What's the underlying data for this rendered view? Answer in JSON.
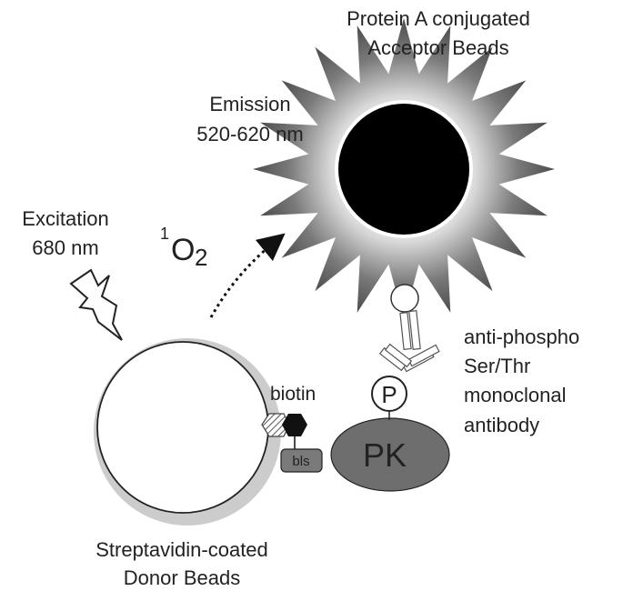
{
  "labels": {
    "acceptor_line1": "Protein A conjugated",
    "acceptor_line2": "Acceptor Beads",
    "emission_line1": "Emission",
    "emission_line2": "520-620 nm",
    "excitation_line1": "Excitation",
    "excitation_line2": "680 nm",
    "singlet_oxygen_sup": "1",
    "singlet_oxygen_base": "O",
    "singlet_oxygen_sub": "2",
    "antibody_line1": "anti-phospho",
    "antibody_line2": "Ser/Thr",
    "antibody_line3": "monoclonal",
    "antibody_line4": "antibody",
    "biotin": "biotin",
    "bls": "bls",
    "pk": "PK",
    "phospho": "P",
    "donor_line1": "Streptavidin-coated",
    "donor_line2": "Donor Beads"
  },
  "colors": {
    "acceptor_core": "#000000",
    "acceptor_glow": "#9a9a9a",
    "donor_ring": "#cccccc",
    "kinase_fill": "#6e6e6e",
    "bls_fill": "#7a7a7a",
    "biotin_fill": "#111111",
    "text": "#222222"
  }
}
